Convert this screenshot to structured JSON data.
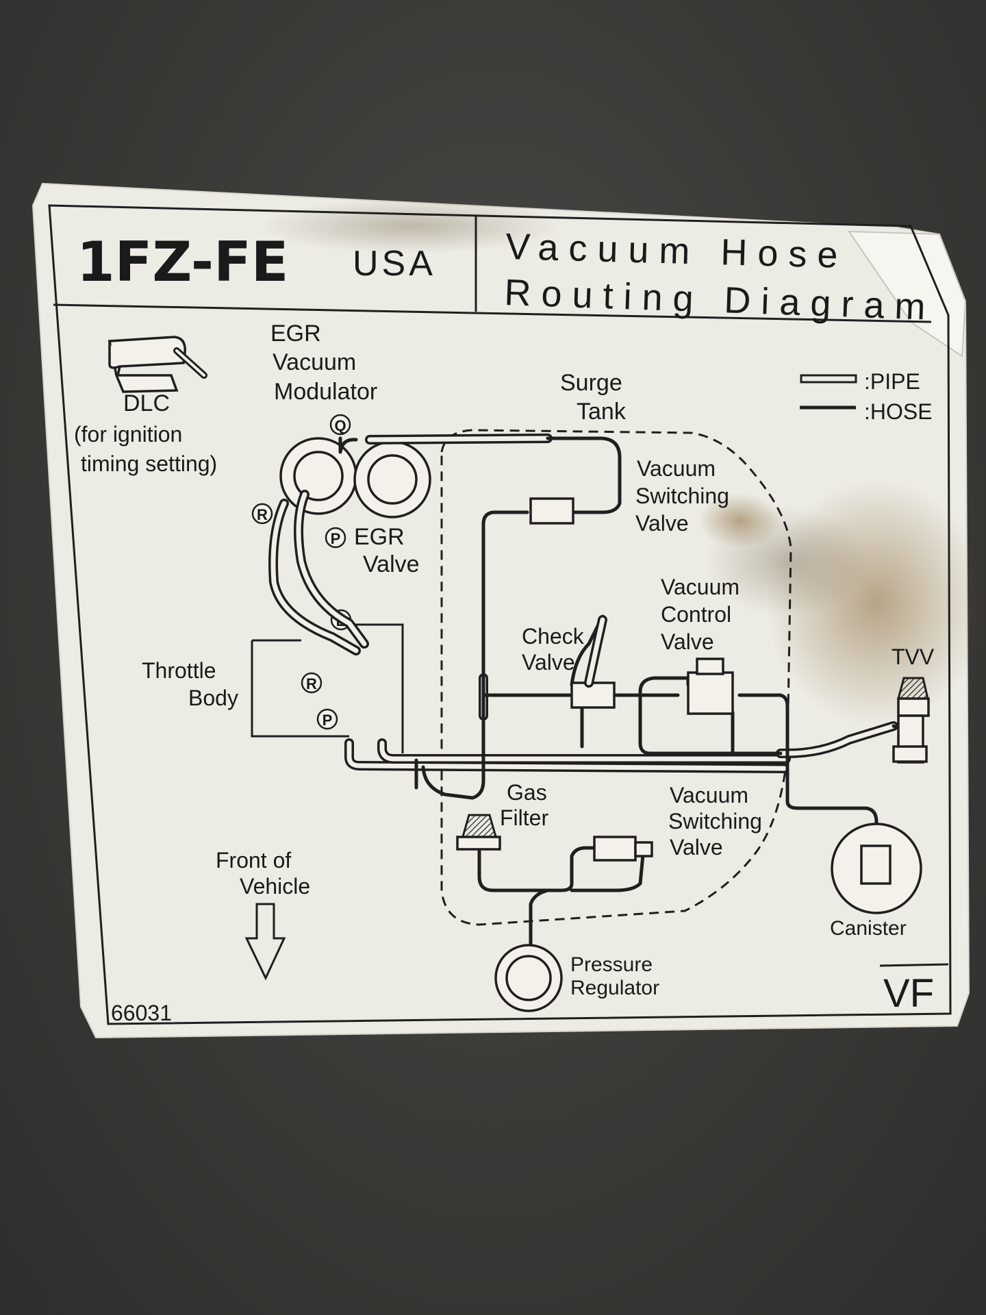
{
  "header": {
    "engine": "1FZ-FE",
    "market": "USA",
    "title_line1": "Vacuum Hose",
    "title_line2": "Routing Diagram"
  },
  "legend": {
    "pipe": ":PIPE",
    "hose": ":HOSE"
  },
  "labels": {
    "dlc": "DLC",
    "dlc_note_1": "(for ignition",
    "dlc_note_2": "timing setting)",
    "egr_mod_1": "EGR",
    "egr_mod_2": "Vacuum",
    "egr_mod_3": "Modulator",
    "surge_1": "Surge",
    "surge_2": "Tank",
    "vsv1_1": "Vacuum",
    "vsv1_2": "Switching",
    "vsv1_3": "Valve",
    "egr_valve_1": "EGR",
    "egr_valve_2": "Valve",
    "vcv_1": "Vacuum",
    "vcv_2": "Control",
    "vcv_3": "Valve",
    "check_1": "Check",
    "check_2": "Valve",
    "throttle_1": "Throttle",
    "throttle_2": "Body",
    "tvv": "TVV",
    "gas_1": "Gas",
    "gas_2": "Filter",
    "vsv2_1": "Vacuum",
    "vsv2_2": "Switching",
    "vsv2_3": "Valve",
    "front_1": "Front of",
    "front_2": "Vehicle",
    "canister": "Canister",
    "pressure_1": "Pressure",
    "pressure_2": "Regulator"
  },
  "port_marks": {
    "q": "Q",
    "r": "R",
    "p": "P",
    "e": "E"
  },
  "footer": {
    "code": "66031",
    "vf": "VF"
  },
  "colors": {
    "background": "#3a3a37",
    "label_paper": "#ecebe4",
    "ink": "#1f1f1f",
    "stain": "#8a6a3a"
  }
}
